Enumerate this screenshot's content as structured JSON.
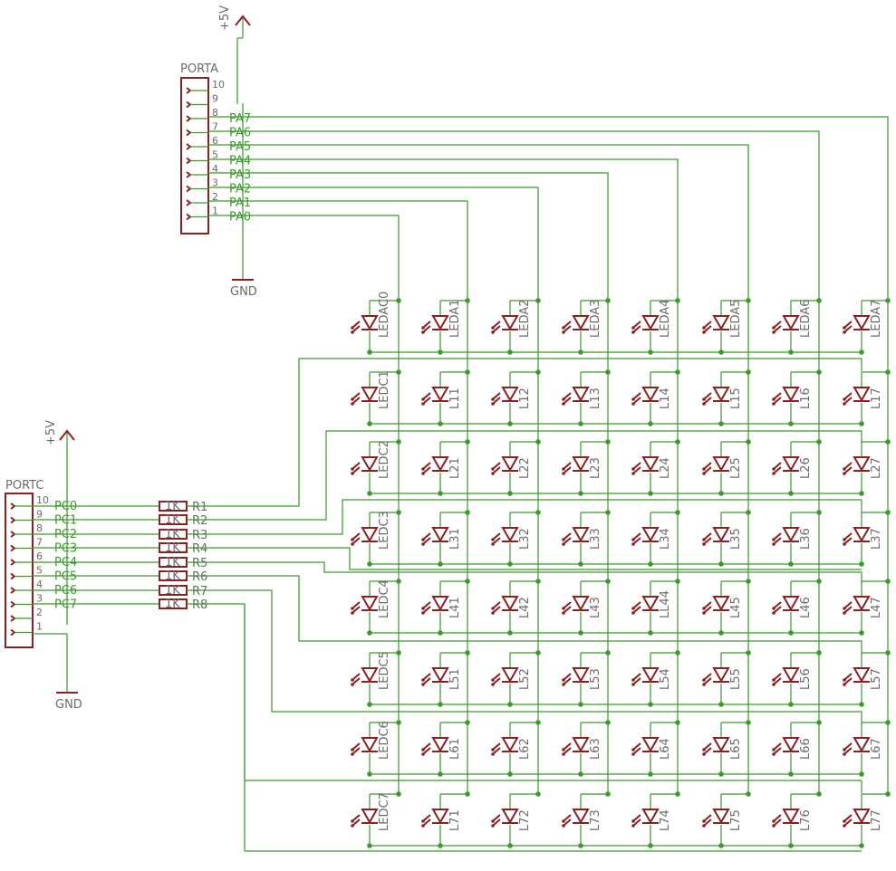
{
  "supplies": {
    "vcc_label": "+5V",
    "gnd_label": "GND"
  },
  "connectors": {
    "porta": {
      "name": "PORTA",
      "pins": [
        {
          "num": "10",
          "net": ""
        },
        {
          "num": "9",
          "net": ""
        },
        {
          "num": "8",
          "net": "PA7"
        },
        {
          "num": "7",
          "net": "PA6"
        },
        {
          "num": "6",
          "net": "PA5"
        },
        {
          "num": "5",
          "net": "PA4"
        },
        {
          "num": "4",
          "net": "PA3"
        },
        {
          "num": "3",
          "net": "PA2"
        },
        {
          "num": "2",
          "net": "PA1"
        },
        {
          "num": "1",
          "net": "PA0"
        }
      ]
    },
    "portc": {
      "name": "PORTC",
      "pins": [
        {
          "num": "10",
          "net": "PC0"
        },
        {
          "num": "9",
          "net": "PC1"
        },
        {
          "num": "8",
          "net": "PC2"
        },
        {
          "num": "7",
          "net": "PC3"
        },
        {
          "num": "6",
          "net": "PC4"
        },
        {
          "num": "5",
          "net": "PC5"
        },
        {
          "num": "4",
          "net": "PC6"
        },
        {
          "num": "3",
          "net": "PC7"
        },
        {
          "num": "2",
          "net": ""
        },
        {
          "num": "1",
          "net": ""
        }
      ]
    }
  },
  "resistors": [
    {
      "name": "R1",
      "value": "1K"
    },
    {
      "name": "R2",
      "value": "1K"
    },
    {
      "name": "R3",
      "value": "1K"
    },
    {
      "name": "R4",
      "value": "1K"
    },
    {
      "name": "R5",
      "value": "1K"
    },
    {
      "name": "R6",
      "value": "1K"
    },
    {
      "name": "R7",
      "value": "1K"
    },
    {
      "name": "R8",
      "value": "1K"
    }
  ],
  "led_matrix": [
    [
      "LEDAC0",
      "LEDA1",
      "LEDA2",
      "LEDA3",
      "LEDA4",
      "LEDA5",
      "LEDA6",
      "LEDA7"
    ],
    [
      "LEDC1",
      "L11",
      "L12",
      "L13",
      "L14",
      "L15",
      "L16",
      "L17"
    ],
    [
      "LEDC2",
      "L21",
      "L22",
      "L23",
      "L24",
      "L25",
      "L26",
      "L27"
    ],
    [
      "LEDC3",
      "L31",
      "L32",
      "L33",
      "L34",
      "L35",
      "L36",
      "L37"
    ],
    [
      "LEDC4",
      "L41",
      "L42",
      "L43",
      "LL44",
      "L45",
      "L46",
      "L47"
    ],
    [
      "LEDC5",
      "L51",
      "L52",
      "L53",
      "L54",
      "L55",
      "L56",
      "L57"
    ],
    [
      "LEDC6",
      "L61",
      "L62",
      "L63",
      "L64",
      "L65",
      "L66",
      "L67"
    ],
    [
      "LEDC7",
      "L71",
      "L72",
      "L73",
      "L74",
      "L75",
      "L76",
      "L77"
    ]
  ]
}
